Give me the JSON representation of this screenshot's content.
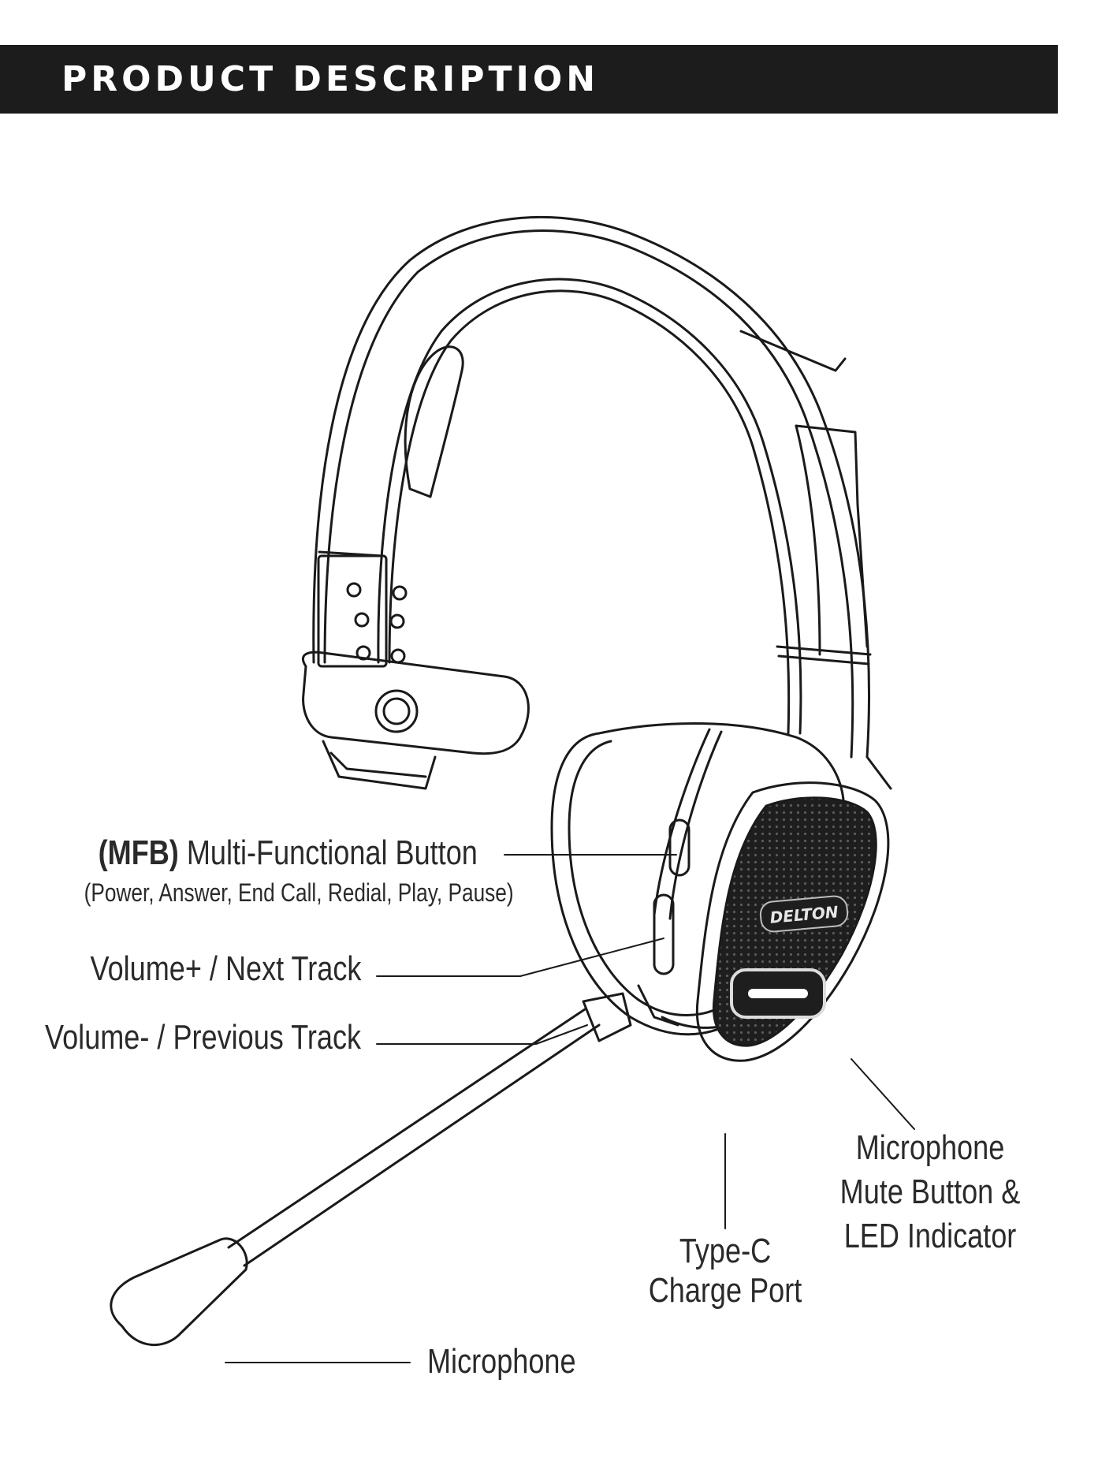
{
  "banner": {
    "title": "PRODUCT DESCRIPTION"
  },
  "logo": {
    "text": "DELTON"
  },
  "labels": {
    "mfb": {
      "abbr": "(MFB)",
      "name": "Multi-Functional Button",
      "functions": "(Power, Answer, End Call, Redial, Play, Pause)"
    },
    "volume_up": "Volume+ / Next Track",
    "volume_down": "Volume- / Previous Track",
    "type_c": {
      "line1": "Type-C",
      "line2": "Charge Port"
    },
    "mute": {
      "line1": "Microphone",
      "line2": "Mute Button &",
      "line3": "LED Indicator"
    },
    "microphone": "Microphone"
  },
  "colors": {
    "banner_bg": "#1c1c1c",
    "banner_text": "#ffffff",
    "line_art": "#1a1a1a",
    "label_text": "#2a2a2a"
  }
}
